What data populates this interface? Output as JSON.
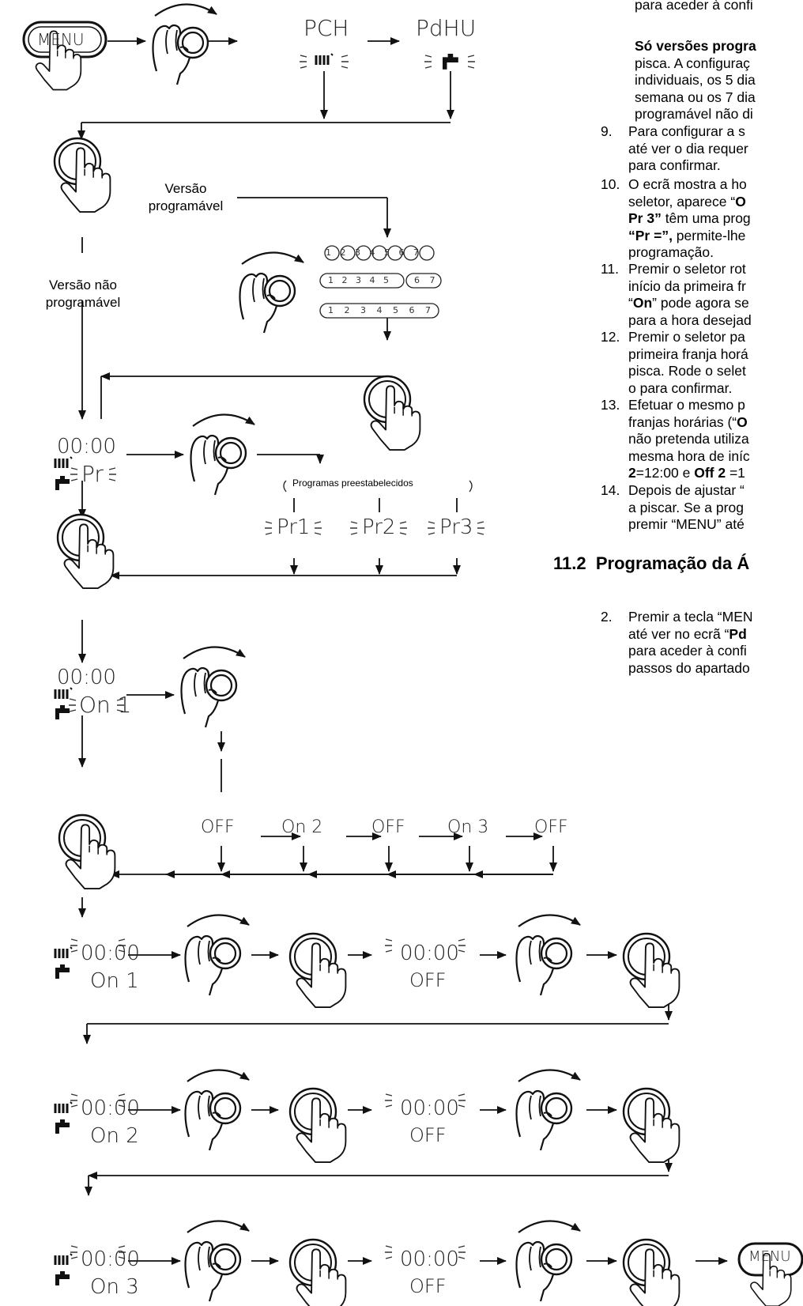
{
  "flow": {
    "menu_label": "MENU",
    "pch": "PCH",
    "pdhu": "PdHU",
    "versao_programavel": "Versão\nprogramável",
    "versao_nao_programavel": "Versão não\nprogramável",
    "days_row1": [
      "1",
      "2",
      "3",
      "4",
      "5",
      "6",
      "7"
    ],
    "days_row2": "1 2 3 4 5",
    "days_row2b": "6 7",
    "days_row3": "1 2 3 4 5 6 7",
    "time": "00:00",
    "pr": "Pr",
    "programas_label": "Programas preestabelecidos",
    "pr_options": [
      "Pr1",
      "Pr2",
      "Pr3"
    ],
    "on1": "On 1",
    "sequence": [
      "OFF",
      "On 2",
      "OFF",
      "On 3",
      "OFF"
    ],
    "rows": [
      {
        "on_label": "On 1",
        "off_label": "OFF"
      },
      {
        "on_label": "On 2",
        "off_label": "OFF"
      },
      {
        "on_label": "On 3",
        "off_label": "OFF"
      }
    ]
  },
  "text": {
    "line_top": "para aceder à confi",
    "so_versoes_bold": "Só versões progra",
    "p1": [
      "pisca. A configuraç",
      "individuais, os 5 dia",
      "semana ou os 7 dia",
      "programável não di"
    ],
    "item9": {
      "num": "9.",
      "lines": [
        "Para configurar a s",
        "até ver o dia requer",
        "para confirmar."
      ]
    },
    "item10": {
      "num": "10.",
      "l1": "O ecrã mostra a ho",
      "l2a": "seletor, aparece “",
      "l2b": "O",
      "l3a": "Pr 3”",
      "l3b": " têm uma prog",
      "l4a": "“Pr =”,",
      "l4b": " permite-lhe",
      "l5": "programação."
    },
    "item11": {
      "num": "11.",
      "l1": "Premir o seletor rot",
      "l2": "início da primeira fr",
      "l3a": "“",
      "l3b": "On",
      "l3c": "” pode agora se",
      "l4": "para a hora desejad"
    },
    "item12": {
      "num": "12.",
      "lines": [
        "Premir o seletor pa",
        "primeira franja horá",
        "pisca. Rode o selet",
        "o para confirmar."
      ]
    },
    "item13": {
      "num": "13.",
      "l1": "Efetuar o mesmo p",
      "l2a": "franjas horárias (“",
      "l2b": "O",
      "l3": "não pretenda utiliza",
      "l4": "mesma hora de iníc",
      "l5a": "2",
      "l5b": "=12:00 e ",
      "l5c": "Off 2",
      "l5d": " =1"
    },
    "item14": {
      "num": "14.",
      "lines": [
        "Depois de ajustar “",
        "a piscar. Se a prog",
        "premir “MENU” até"
      ]
    },
    "section_heading": "11.2  Programação da Á",
    "item2": {
      "num": "2.",
      "l1": "Premir a tecla “MEN",
      "l2a": "até ver no ecrã “",
      "l2b": "Pd",
      "l3": "para aceder à confi",
      "l4": "passos do apartado"
    }
  },
  "colors": {
    "ink": "#000000",
    "lcd_text": "#222222",
    "line": "#1a1a1a"
  }
}
